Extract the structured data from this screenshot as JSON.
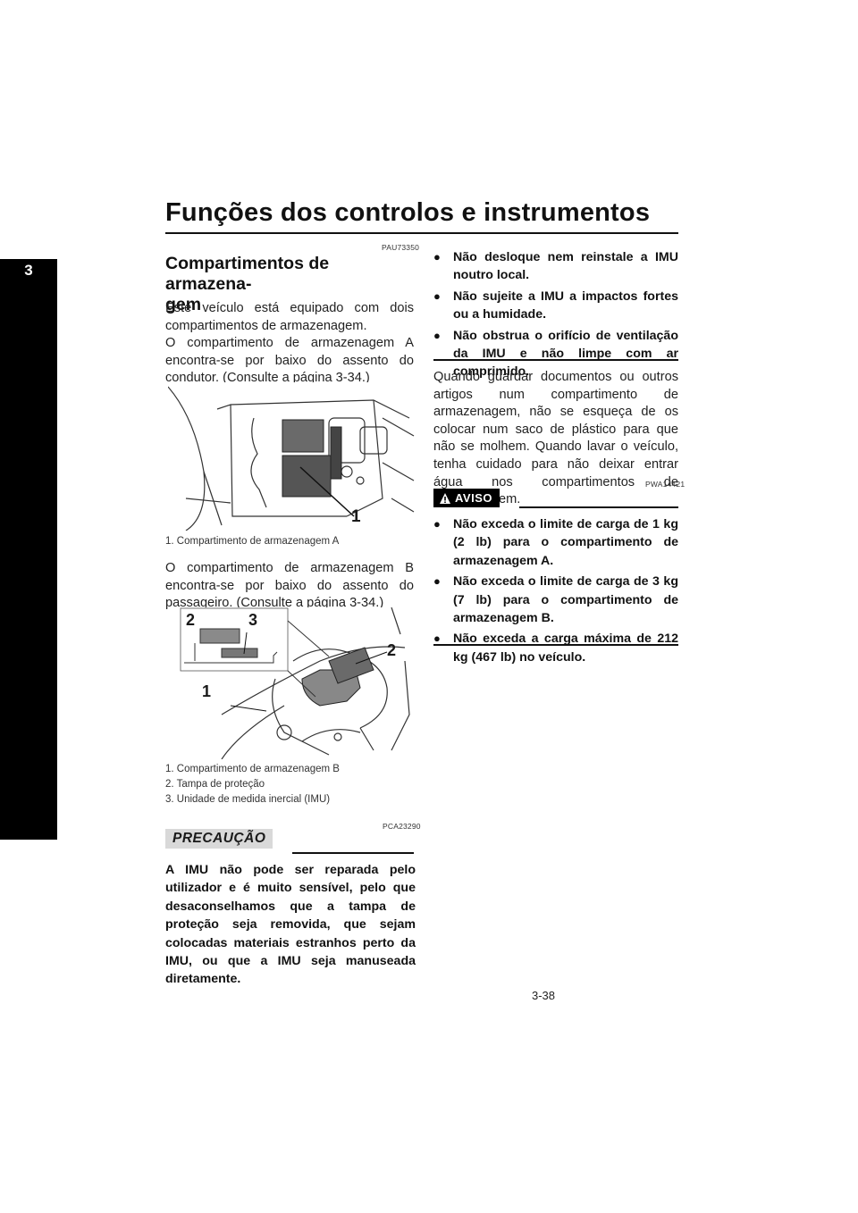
{
  "header": {
    "title": "Funções dos controlos e instrumentos"
  },
  "tab": {
    "number": "3"
  },
  "left": {
    "code1": "PAU73350",
    "section_title_line1": "Compartimentos de armazena-",
    "section_title_line2": "gem",
    "para1": "Este veículo está equipado com dois compartimentos de armazenagem.",
    "para2": "O compartimento de armazenagem A encontra-se por baixo do assento do condutor. (Consulte a página 3-34.)",
    "fig1": {
      "callout": "1",
      "captions": [
        "1.  Compartimento de armazenagem A"
      ]
    },
    "para3": "O compartimento de armazenagem B encontra-se por baixo do assento do passageiro. (Consulte a página 3-34.)",
    "fig2": {
      "callouts": [
        "2",
        "3",
        "2",
        "1"
      ],
      "captions": [
        "1.  Compartimento de armazenagem B",
        "2.  Tampa de proteção",
        "3.  Unidade de medida inercial (IMU)"
      ]
    },
    "code2": "PCA23290",
    "caution_label": "PRECAUÇÃO",
    "caution_text": "A IMU não pode ser reparada pelo utilizador e é muito sensível, pelo que desaconselhamos que a tampa de proteção seja removida, que sejam colocadas materiais estranhos perto da IMU, ou que a IMU seja manuseada diretamente."
  },
  "right": {
    "bullets1": [
      "Não desloque nem reinstale a IMU noutro local.",
      "Não sujeite a IMU a impactos fortes ou a humidade.",
      "Não obstrua o orifício de ventilação da IMU e não limpe com ar comprimido."
    ],
    "para": "Quando guardar documentos ou outros artigos num compartimento de armazenagem, não se esqueça de os colocar num saco de plástico para que não se molhem. Quando lavar o veículo, tenha cuidado para não deixar entrar água nos compartimentos de armazenagem.",
    "code3": "PWA14421",
    "warning_label": "AVISO",
    "bullets2": [
      "Não exceda o limite de carga de 1 kg (2 lb) para o compartimento de armazenagem A.",
      "Não exceda o limite de carga de 3 kg (7 lb) para o compartimento de armazenagem B.",
      "Não exceda a carga máxima de 212 kg (467 lb) no veículo."
    ]
  },
  "footer": {
    "page": "3-38"
  }
}
